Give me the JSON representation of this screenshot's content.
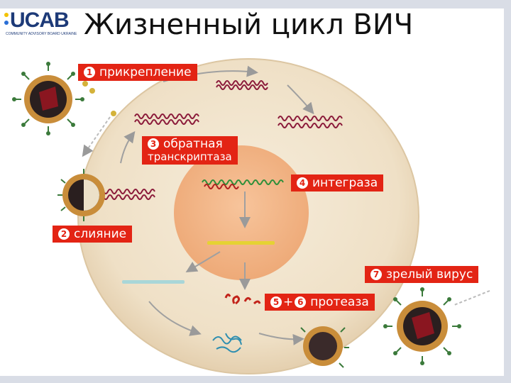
{
  "logo": {
    "text": "UCAB",
    "subtitle": "COMMUNITY ADVISORY BOARD UKRAINE"
  },
  "title": "Жизненный цикл ВИЧ",
  "steps": [
    {
      "num": "1",
      "text": "прикрепление"
    },
    {
      "num": "2",
      "text": "слияние"
    },
    {
      "num": "3",
      "text_line1": "обратная",
      "text_line2": "транскриптаза"
    },
    {
      "num": "4",
      "text": "интеграза"
    },
    {
      "num": "5+6",
      "n1": "5",
      "plus": "+",
      "n2": "6",
      "text": "протеаза"
    },
    {
      "num": "7",
      "text": "зрелый вирус"
    }
  ],
  "colors": {
    "label_bg": "#e32414",
    "cell": "#f1e5cf",
    "nucleus": "#f2b384",
    "rna": "#8b1a3a",
    "dna_green": "#2f8f3a",
    "integrated": "#e5d233",
    "mrna": "#a9d6d8"
  }
}
